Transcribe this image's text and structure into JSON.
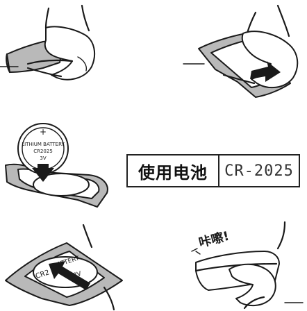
{
  "spec": {
    "label": "使用电池",
    "value": "CR-2025"
  },
  "coin_cell": {
    "polarity": "+",
    "line1": "LITHIUM BATTERY",
    "line2": "CR2025",
    "line3": "3V"
  },
  "inserted_cell": {
    "line1": "BATTERY",
    "line2": "CR2",
    "line3": "3V"
  },
  "click_sound": "咔嚓!"
}
